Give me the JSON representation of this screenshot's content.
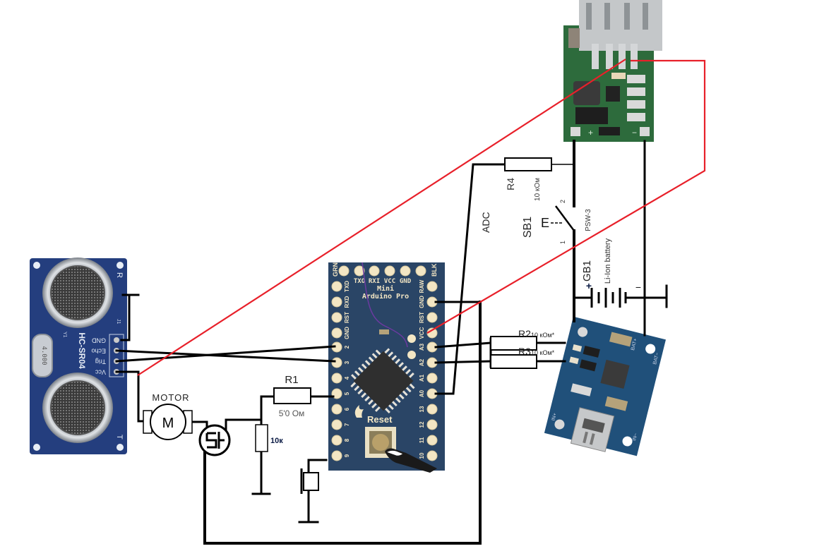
{
  "colors": {
    "wire": "#000000",
    "red_wire": "#e8202a",
    "arduino_board": "#2a4566",
    "arduino_pad": "#f3e6c4",
    "sensor_board": "#243e7e",
    "charger_board": "#20507a",
    "boost_board": "#2d6b3c",
    "purple_wire": "#6b3aa0"
  },
  "hcsr04": {
    "model": "HC-SR04",
    "pins": [
      "GND",
      "Echo",
      "Trig",
      "Vcc"
    ],
    "label_r": "R",
    "label_t": "T",
    "label_j1": "J1",
    "label_y1": "Y1",
    "crystal": "4.000"
  },
  "arduino": {
    "title_line1": "Mini",
    "title_line2": "Arduino Pro",
    "top_labels": [
      "TXO",
      "RXI",
      "VCC",
      "GND"
    ],
    "corner_left": "GRN",
    "corner_right": "BLK",
    "left_pins": [
      "TXD",
      "RXD",
      "RST",
      "GND",
      "2",
      "3",
      "4",
      "5",
      "6",
      "7",
      "8",
      "9"
    ],
    "right_pins": [
      "RAW",
      "GND",
      "RST",
      "VCC",
      "A3",
      "A2",
      "A1",
      "A0",
      "13",
      "12",
      "11",
      "10"
    ],
    "reset_label": "Reset"
  },
  "components": {
    "motor_label": "MOTOR",
    "motor_symbol": "M",
    "r1_name": "R1",
    "r1_value": "5'0 Ом",
    "pulldown_value": "10к",
    "r4_name": "R4",
    "r4_value": "10 кОм",
    "adc_label": "ADC",
    "sb1_name": "SB1",
    "sb1_model": "PSW-3",
    "sb1_pin1": "1",
    "sb1_pin2": "2",
    "sb1_actuator": "E",
    "gb1_name": "GB1",
    "gb1_type": "Li-Ion battery",
    "gb1_plus": "+",
    "gb1_minus": "−",
    "r2_name": "R2",
    "r2_value": "10 кОм*",
    "r3_name": "R3",
    "r3_value": "10 кОм*",
    "boost_plus": "+",
    "boost_minus": "−",
    "charger_bat_plus": "BAT+",
    "charger_bat_minus": "BAT−",
    "charger_in_plus": "IN+",
    "charger_in_minus": "IN−"
  }
}
